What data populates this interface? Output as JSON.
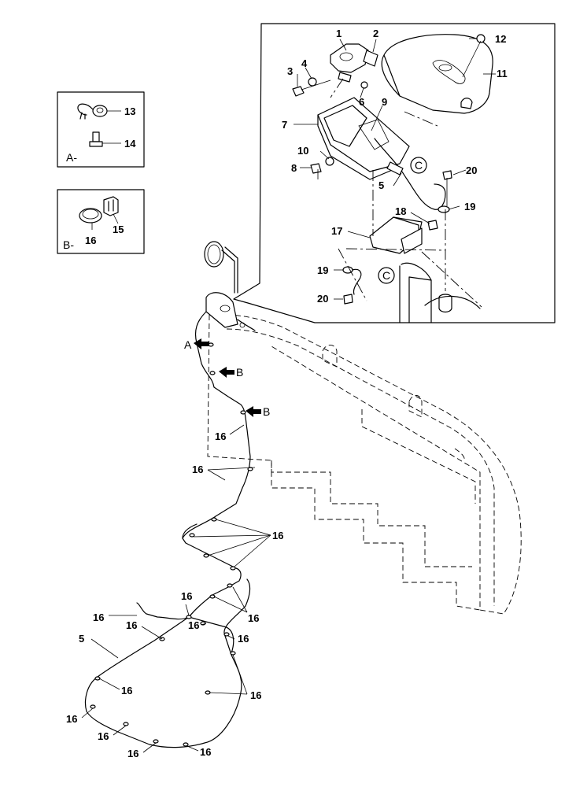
{
  "detail_a": {
    "caption": "A-",
    "parts": [
      "13",
      "14"
    ]
  },
  "detail_b": {
    "caption": "B-",
    "parts": [
      "16",
      "15"
    ]
  },
  "inset_parts": [
    "1",
    "2",
    "3",
    "4",
    "5",
    "6",
    "7",
    "8",
    "9",
    "10",
    "11",
    "12",
    "17",
    "18",
    "19",
    "19",
    "20",
    "20"
  ],
  "circle_ref": "C",
  "view_arrows": [
    "A",
    "B",
    "B"
  ],
  "harness_labels": [
    "16",
    "16",
    "16",
    "16",
    "16",
    "16",
    "16",
    "16",
    "16",
    "16",
    "16",
    "16",
    "16",
    "16",
    "16",
    "16",
    "16",
    "5"
  ]
}
